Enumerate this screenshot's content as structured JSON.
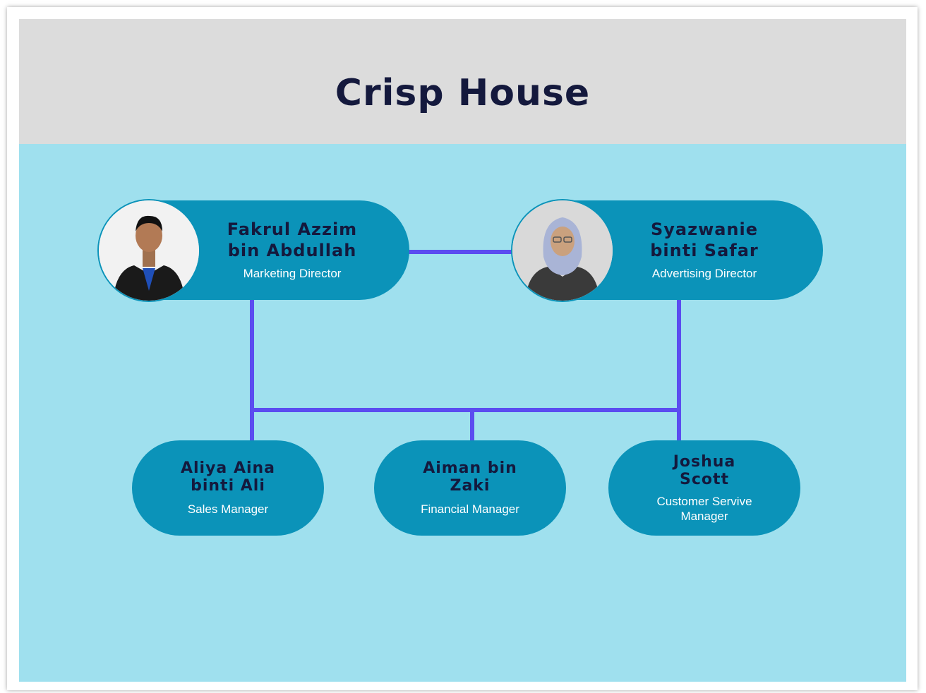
{
  "title": "Crisp House",
  "colors": {
    "header_bg": "#dcdcdc",
    "canvas_bg": "#9fe0ee",
    "pill_bg": "#0b93b9",
    "connector": "#5b4cf0",
    "name_text": "#14193d",
    "role_text": "#ffffff"
  },
  "directors": [
    {
      "name_line1": "Fakrul Azzim",
      "name_line2": "bin Abdullah",
      "role": "Marketing Director",
      "photo": "portrait-man-suit"
    },
    {
      "name_line1": "Syazwanie",
      "name_line2": "binti Safar",
      "role": "Advertising Director",
      "photo": "portrait-woman-hijab"
    }
  ],
  "managers": [
    {
      "name_line1": "Aliya Aina",
      "name_line2": "binti Ali",
      "role_line1": "Sales Manager",
      "role_line2": ""
    },
    {
      "name_line1": "Aiman bin",
      "name_line2": "Zaki",
      "role_line1": "Financial Manager",
      "role_line2": ""
    },
    {
      "name_line1": "Joshua",
      "name_line2": "Scott",
      "role_line1": "Customer Servive",
      "role_line2": "Manager"
    }
  ]
}
